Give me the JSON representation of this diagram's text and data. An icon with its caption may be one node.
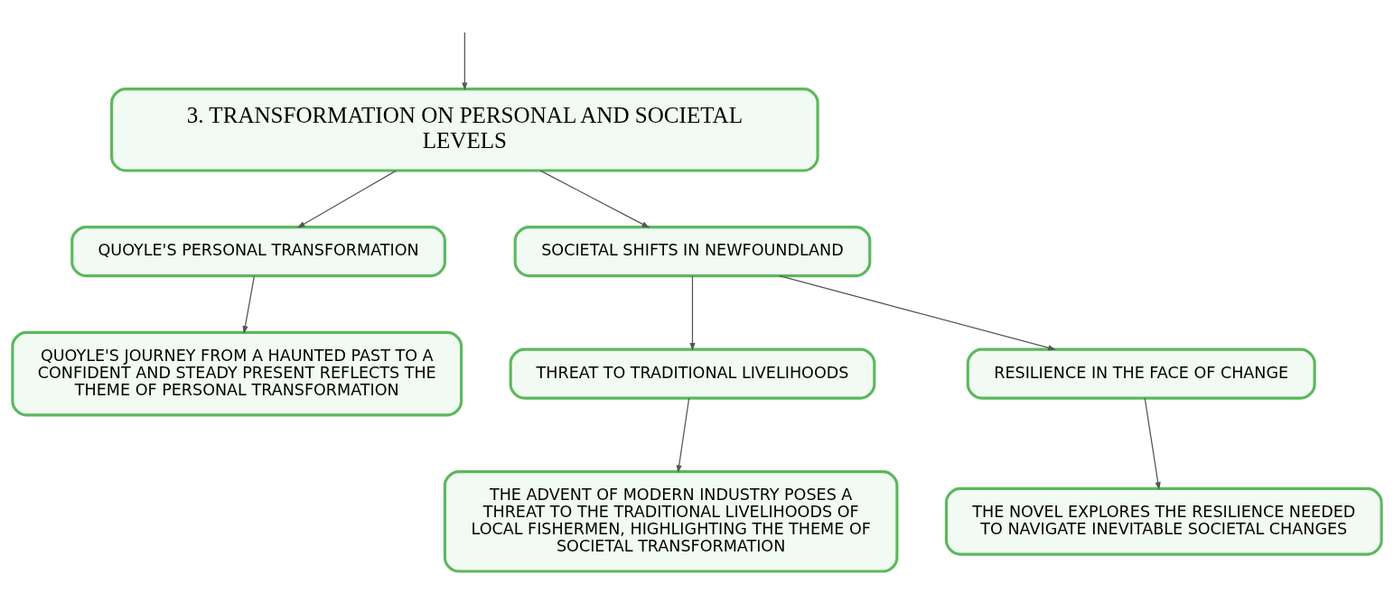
{
  "diagram": {
    "nodes": [
      {
        "text": [
          "3. TRANSFORMATION ON PERSONAL AND SOCIETAL LEVELS"
        ]
      },
      {
        "text": [
          "QUOYLE'S PERSONAL TRANSFORMATION"
        ]
      },
      {
        "text": [
          "SOCIETAL SHIFTS IN NEWFOUNDLAND"
        ]
      },
      {
        "text": [
          "QUOYLE'S JOURNEY FROM A HAUNTED PAST TO A CONFIDENT AND STEADY PRESENT REFLECTS THE THEME OF PERSONAL TRANSFORMATION"
        ]
      },
      {
        "text": [
          "THREAT TO TRADITIONAL LIVELIHOODS"
        ]
      },
      {
        "text": [
          "RESILIENCE IN THE FACE OF CHANGE"
        ]
      },
      {
        "text": [
          "THE ADVENT OF MODERN INDUSTRY POSES A THREAT TO THE TRADITIONAL LIVELIHOODS OF LOCAL FISHERMEN, HIGHLIGHTING THE THEME OF SOCIETAL TRANSFORMATION"
        ]
      },
      {
        "text": [
          "THE NOVEL EXPLORES THE RESILIENCE NEEDED TO NAVIGATE INEVITABLE SOCIETAL CHANGES"
        ]
      }
    ],
    "edges": [
      {
        "from": null,
        "to": 0,
        "arrow": "to"
      },
      {
        "from": 0,
        "to": 1,
        "arrow": "to"
      },
      {
        "from": 0,
        "to": 2,
        "arrow": "to"
      },
      {
        "from": 1,
        "to": 3,
        "arrow": "to"
      },
      {
        "from": 2,
        "to": 4,
        "arrow": "to"
      },
      {
        "from": 2,
        "to": 5,
        "arrow": "to"
      },
      {
        "from": 4,
        "to": 6,
        "arrow": "to"
      },
      {
        "from": 5,
        "to": 7,
        "arrow": "to"
      }
    ]
  }
}
